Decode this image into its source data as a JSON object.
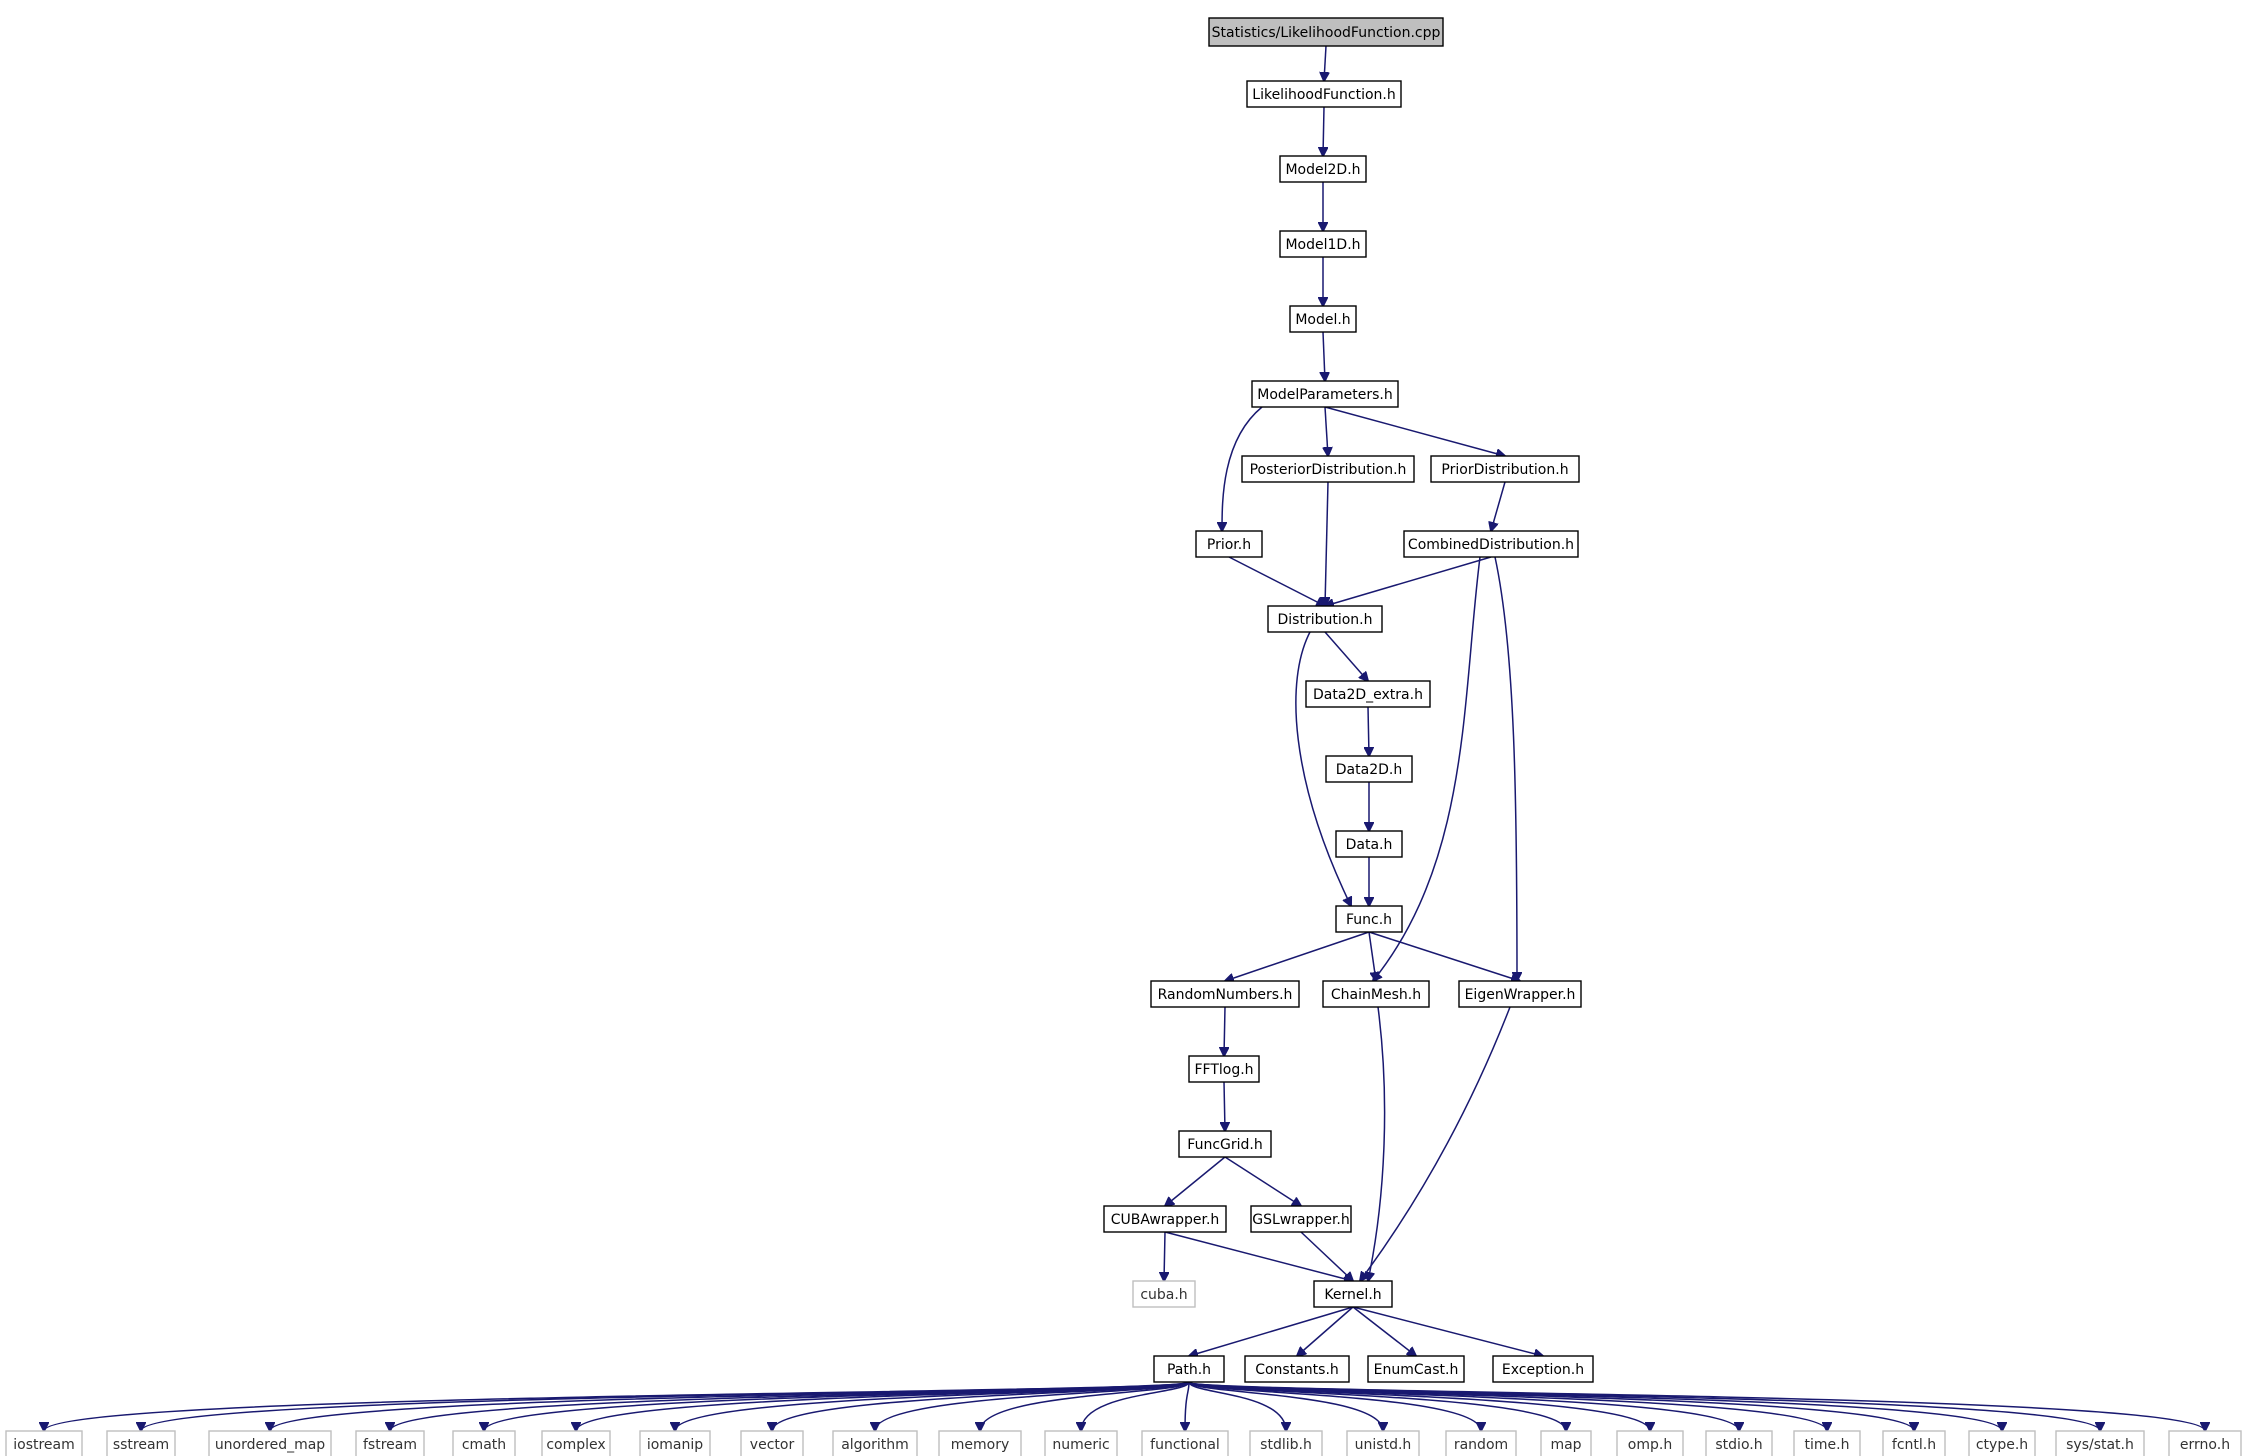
{
  "diagram": {
    "type": "include-dependency-graph",
    "colors": {
      "edge": "#191970",
      "root_fill": "#bfbfbf",
      "external_border": "#bfbfbf"
    },
    "nodes": [
      {
        "id": "root",
        "label": "Statistics/LikelihoodFunction.cpp",
        "kind": "root"
      },
      {
        "id": "likelihood",
        "label": "LikelihoodFunction.h",
        "kind": "local"
      },
      {
        "id": "model2d",
        "label": "Model2D.h",
        "kind": "local"
      },
      {
        "id": "model1d",
        "label": "Model1D.h",
        "kind": "local"
      },
      {
        "id": "model",
        "label": "Model.h",
        "kind": "local"
      },
      {
        "id": "modelparams",
        "label": "ModelParameters.h",
        "kind": "local"
      },
      {
        "id": "posterior",
        "label": "PosteriorDistribution.h",
        "kind": "local"
      },
      {
        "id": "priordist",
        "label": "PriorDistribution.h",
        "kind": "local"
      },
      {
        "id": "prior",
        "label": "Prior.h",
        "kind": "local"
      },
      {
        "id": "combined",
        "label": "CombinedDistribution.h",
        "kind": "local"
      },
      {
        "id": "distribution",
        "label": "Distribution.h",
        "kind": "local"
      },
      {
        "id": "data2dextra",
        "label": "Data2D_extra.h",
        "kind": "local"
      },
      {
        "id": "data2d",
        "label": "Data2D.h",
        "kind": "local"
      },
      {
        "id": "data",
        "label": "Data.h",
        "kind": "local"
      },
      {
        "id": "func",
        "label": "Func.h",
        "kind": "local"
      },
      {
        "id": "random",
        "label": "RandomNumbers.h",
        "kind": "local"
      },
      {
        "id": "chainmesh",
        "label": "ChainMesh.h",
        "kind": "local"
      },
      {
        "id": "eigen",
        "label": "EigenWrapper.h",
        "kind": "local"
      },
      {
        "id": "fftlog",
        "label": "FFTlog.h",
        "kind": "local"
      },
      {
        "id": "funcgrid",
        "label": "FuncGrid.h",
        "kind": "local"
      },
      {
        "id": "cuba",
        "label": "CUBAwrapper.h",
        "kind": "local"
      },
      {
        "id": "gsl",
        "label": "GSLwrapper.h",
        "kind": "local"
      },
      {
        "id": "cubah",
        "label": "cuba.h",
        "kind": "external"
      },
      {
        "id": "kernel",
        "label": "Kernel.h",
        "kind": "local"
      },
      {
        "id": "path",
        "label": "Path.h",
        "kind": "local"
      },
      {
        "id": "constants",
        "label": "Constants.h",
        "kind": "local"
      },
      {
        "id": "enumcast",
        "label": "EnumCast.h",
        "kind": "local"
      },
      {
        "id": "exception",
        "label": "Exception.h",
        "kind": "local"
      },
      {
        "id": "iostream",
        "label": "iostream",
        "kind": "external"
      },
      {
        "id": "sstream",
        "label": "sstream",
        "kind": "external"
      },
      {
        "id": "unordered_map",
        "label": "unordered_map",
        "kind": "external"
      },
      {
        "id": "fstream",
        "label": "fstream",
        "kind": "external"
      },
      {
        "id": "cmath",
        "label": "cmath",
        "kind": "external"
      },
      {
        "id": "complex",
        "label": "complex",
        "kind": "external"
      },
      {
        "id": "iomanip",
        "label": "iomanip",
        "kind": "external"
      },
      {
        "id": "vector",
        "label": "vector",
        "kind": "external"
      },
      {
        "id": "algorithm",
        "label": "algorithm",
        "kind": "external"
      },
      {
        "id": "memory",
        "label": "memory",
        "kind": "external"
      },
      {
        "id": "numeric",
        "label": "numeric",
        "kind": "external"
      },
      {
        "id": "functional",
        "label": "functional",
        "kind": "external"
      },
      {
        "id": "stdlib",
        "label": "stdlib.h",
        "kind": "external"
      },
      {
        "id": "unistd",
        "label": "unistd.h",
        "kind": "external"
      },
      {
        "id": "randomh",
        "label": "random",
        "kind": "external"
      },
      {
        "id": "map",
        "label": "map",
        "kind": "external"
      },
      {
        "id": "omp",
        "label": "omp.h",
        "kind": "external"
      },
      {
        "id": "stdio",
        "label": "stdio.h",
        "kind": "external"
      },
      {
        "id": "time",
        "label": "time.h",
        "kind": "external"
      },
      {
        "id": "fcntl",
        "label": "fcntl.h",
        "kind": "external"
      },
      {
        "id": "ctype",
        "label": "ctype.h",
        "kind": "external"
      },
      {
        "id": "sysstat",
        "label": "sys/stat.h",
        "kind": "external"
      },
      {
        "id": "errno",
        "label": "errno.h",
        "kind": "external"
      }
    ],
    "edges": [
      [
        "root",
        "likelihood"
      ],
      [
        "likelihood",
        "model2d"
      ],
      [
        "model2d",
        "model1d"
      ],
      [
        "model1d",
        "model"
      ],
      [
        "model",
        "modelparams"
      ],
      [
        "modelparams",
        "prior"
      ],
      [
        "modelparams",
        "posterior"
      ],
      [
        "modelparams",
        "priordist"
      ],
      [
        "priordist",
        "combined"
      ],
      [
        "prior",
        "distribution"
      ],
      [
        "posterior",
        "distribution"
      ],
      [
        "combined",
        "distribution"
      ],
      [
        "combined",
        "chainmesh"
      ],
      [
        "combined",
        "eigen"
      ],
      [
        "distribution",
        "data2dextra"
      ],
      [
        "distribution",
        "func"
      ],
      [
        "data2dextra",
        "data2d"
      ],
      [
        "data2d",
        "data"
      ],
      [
        "data",
        "func"
      ],
      [
        "func",
        "random"
      ],
      [
        "func",
        "chainmesh"
      ],
      [
        "func",
        "eigen"
      ],
      [
        "random",
        "fftlog"
      ],
      [
        "fftlog",
        "funcgrid"
      ],
      [
        "funcgrid",
        "cuba"
      ],
      [
        "funcgrid",
        "gsl"
      ],
      [
        "cuba",
        "cubah"
      ],
      [
        "cuba",
        "kernel"
      ],
      [
        "gsl",
        "kernel"
      ],
      [
        "chainmesh",
        "kernel"
      ],
      [
        "eigen",
        "kernel"
      ],
      [
        "kernel",
        "path"
      ],
      [
        "kernel",
        "constants"
      ],
      [
        "kernel",
        "enumcast"
      ],
      [
        "kernel",
        "exception"
      ],
      [
        "path",
        "iostream"
      ],
      [
        "path",
        "sstream"
      ],
      [
        "path",
        "unordered_map"
      ],
      [
        "path",
        "fstream"
      ],
      [
        "path",
        "cmath"
      ],
      [
        "path",
        "complex"
      ],
      [
        "path",
        "iomanip"
      ],
      [
        "path",
        "vector"
      ],
      [
        "path",
        "algorithm"
      ],
      [
        "path",
        "memory"
      ],
      [
        "path",
        "numeric"
      ],
      [
        "path",
        "functional"
      ],
      [
        "path",
        "stdlib"
      ],
      [
        "path",
        "unistd"
      ],
      [
        "path",
        "randomh"
      ],
      [
        "path",
        "map"
      ],
      [
        "path",
        "omp"
      ],
      [
        "path",
        "stdio"
      ],
      [
        "path",
        "time"
      ],
      [
        "path",
        "fcntl"
      ],
      [
        "path",
        "ctype"
      ],
      [
        "path",
        "sysstat"
      ],
      [
        "path",
        "errno"
      ]
    ]
  }
}
